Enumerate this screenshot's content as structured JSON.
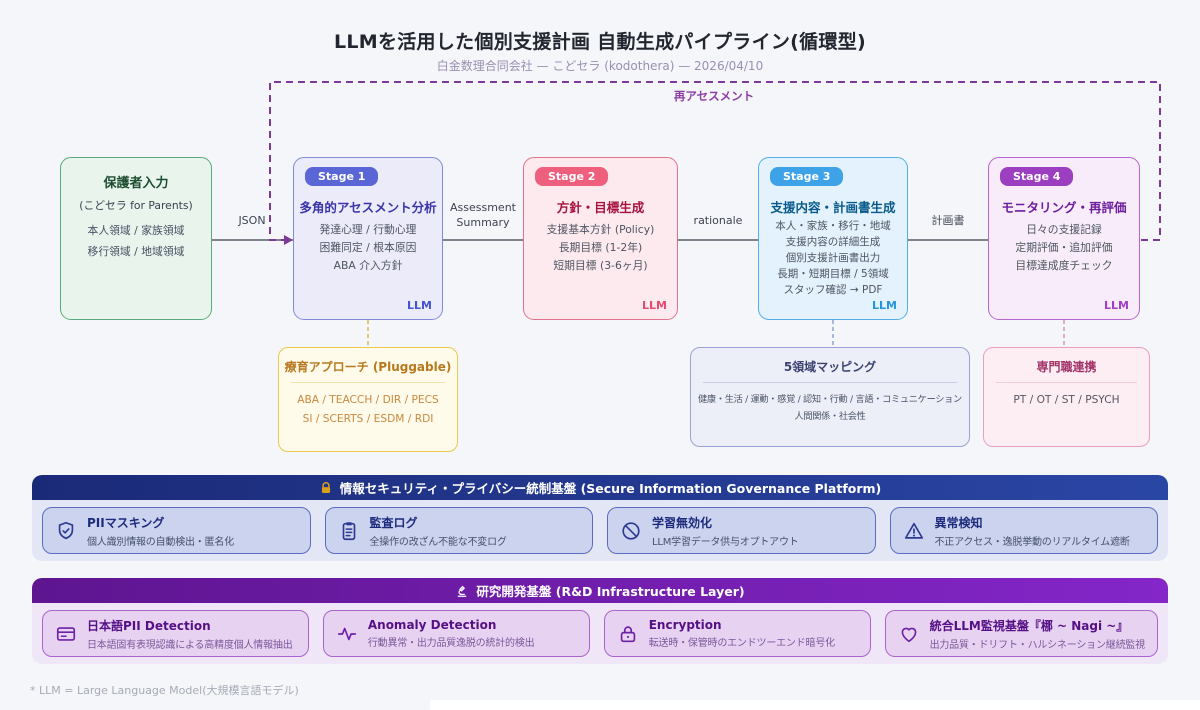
{
  "header": {
    "title": "LLMを活用した個別支援計画 自動生成パイプライン(循環型)",
    "subtitle": "白金数理合同会社 — こどセラ (kodothera) — 2026/04/10"
  },
  "loop": {
    "label": "再アセスメント"
  },
  "flow": {
    "input": {
      "title": "保護者入力",
      "subtitle": "(こどセラ for Parents)",
      "lines": [
        "本人領域 / 家族領域",
        "移行領域 / 地域領域"
      ]
    },
    "edges": [
      {
        "label": "JSON"
      },
      {
        "label": "Assessment Summary"
      },
      {
        "label": "rationale"
      },
      {
        "label": "計画書"
      }
    ],
    "stages": [
      {
        "badge": "Stage 1",
        "title": "多角的アセスメント分析",
        "lines": [
          "発達心理 / 行動心理",
          "困難同定 / 根本原因",
          "ABA 介入方針"
        ],
        "tag": "LLM"
      },
      {
        "badge": "Stage 2",
        "title": "方針・目標生成",
        "lines": [
          "支援基本方針 (Policy)",
          "長期目標 (1-2年)",
          "短期目標 (3-6ヶ月)"
        ],
        "tag": "LLM"
      },
      {
        "badge": "Stage 3",
        "title": "支援内容・計画書生成",
        "lines": [
          "本人・家族・移行・地域",
          "支援内容の詳細生成",
          "個別支援計画書出力",
          "長期・短期目標 / 5領域",
          "スタッフ確認 → PDF"
        ],
        "tag": "LLM"
      },
      {
        "badge": "Stage 4",
        "title": "モニタリング・再評価",
        "lines": [
          "日々の支援記録",
          "定期評価・追加評価",
          "目標達成度チェック"
        ],
        "tag": "LLM"
      }
    ]
  },
  "subboxes": [
    {
      "title": "療育アプローチ (Pluggable)",
      "lines": [
        "ABA / TEACCH / DIR / PECS",
        "SI / SCERTS / ESDM / RDI"
      ]
    },
    {
      "title": "5領域マッピング",
      "lines": [
        "健康・生活 / 運動・感覚 / 認知・行動 / 言語・コミュニケーション",
        "人間関係・社会性"
      ]
    },
    {
      "title": "専門職連携",
      "lines": [
        "PT / OT / ST / PSYCH"
      ]
    }
  ],
  "security": {
    "banner": "情報セキュリティ・プライバシー統制基盤 (Secure Information Governance Platform)",
    "banner_icon": "lock-icon",
    "cards": [
      {
        "title": "PIIマスキング",
        "desc": "個人識別情報の自動検出・匿名化",
        "icon": "shield-check-icon"
      },
      {
        "title": "監査ログ",
        "desc": "全操作の改ざん不能な不変ログ",
        "icon": "clipboard-icon"
      },
      {
        "title": "学習無効化",
        "desc": "LLM学習データ供与オプトアウト",
        "icon": "prohibition-icon"
      },
      {
        "title": "異常検知",
        "desc": "不正アクセス・逸脱挙動のリアルタイム遮断",
        "icon": "warning-triangle-icon"
      }
    ]
  },
  "rnd": {
    "banner": "研究開発基盤 (R&D Infrastructure Layer)",
    "banner_icon": "microscope-icon",
    "cards": [
      {
        "title": "日本語PII Detection",
        "desc": "日本語固有表現認識による高精度個人情報抽出",
        "icon": "id-card-icon"
      },
      {
        "title": "Anomaly Detection",
        "desc": "行動異常・出力品質逸脱の統計的検出",
        "icon": "pulse-icon"
      },
      {
        "title": "Encryption",
        "desc": "転送時・保管時のエンドツーエンド暗号化",
        "icon": "lock-icon"
      },
      {
        "title": "統合LLM監視基盤『梛 ~ Nagi ~』",
        "desc": "出力品質・ドリフト・ハルシネーション継続監視",
        "icon": "heart-icon"
      }
    ]
  },
  "footer": {
    "note": "* LLM = Large Language Model(大規模言語モデル)"
  },
  "colors": {
    "stage1_accent": "#5a66d6",
    "stage2_accent": "#ee5e7d",
    "stage3_accent": "#3ea2e8",
    "stage4_accent": "#9c3ec0",
    "input_accent": "#5aa97c",
    "approach_accent": "#e9c94e",
    "loop_accent": "#7c3a96",
    "security_banner": "#1e3480",
    "rnd_banner": "#6d1fa0"
  }
}
